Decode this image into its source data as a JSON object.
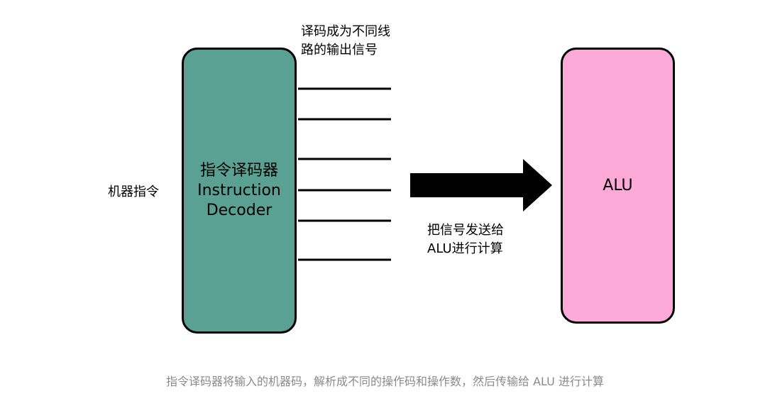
{
  "diagram": {
    "input_label": "机器指令",
    "output_label": "译码成为不同线路的输出信号",
    "send_label": "把信号发送给ALU进行计算",
    "decoder": {
      "lines": [
        "指令译码器",
        "Instruction",
        "Decoder"
      ],
      "color": "#5ba193"
    },
    "alu": {
      "label": "ALU",
      "color": "#fdaad8"
    },
    "output_line_count": 6
  },
  "caption": "指令译码器将输入的机器码，解析成不同的操作码和操作数，然后传输给 ALU 进行计算"
}
